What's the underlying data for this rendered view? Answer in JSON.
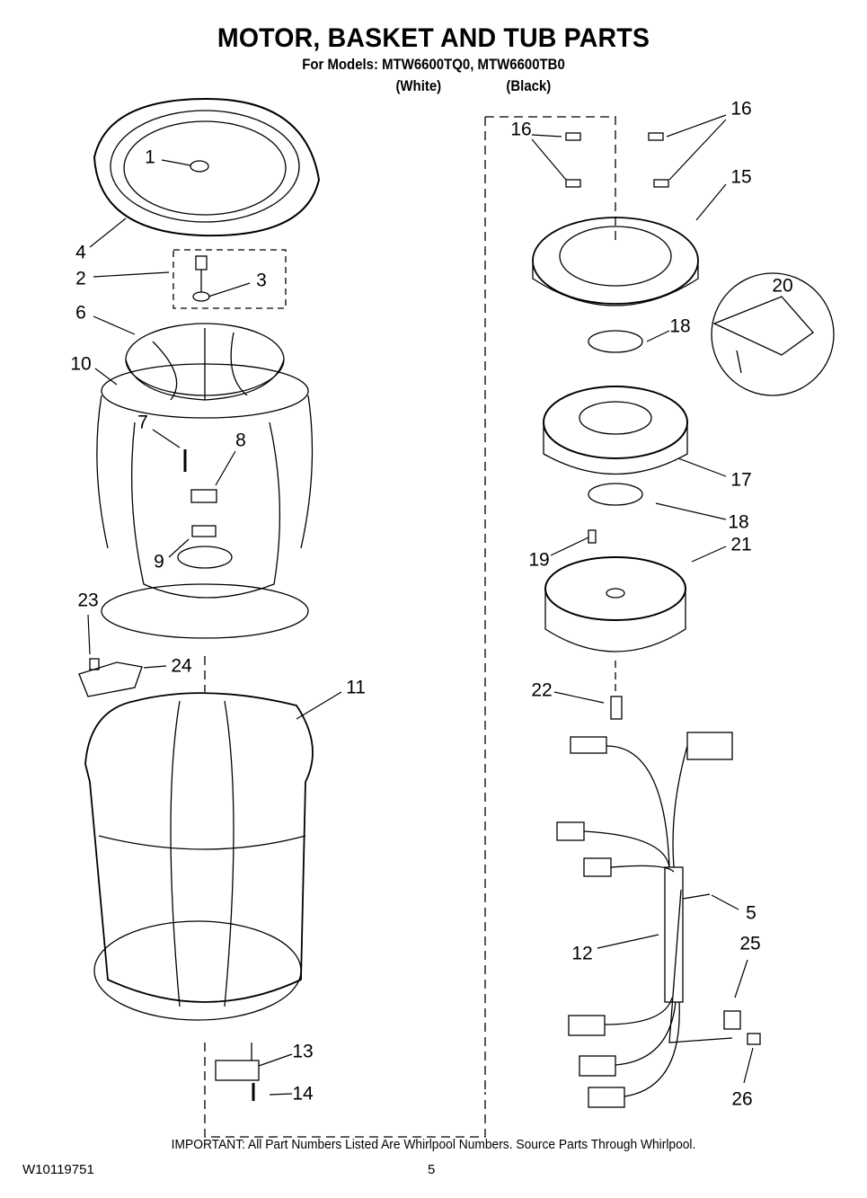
{
  "header": {
    "title": "MOTOR, BASKET AND TUB PARTS",
    "models": "For Models: MTW6600TQ0, MTW6600TB0",
    "color_white": "(White)",
    "color_black": "(Black)"
  },
  "callouts": [
    "1",
    "4",
    "2",
    "3",
    "6",
    "10",
    "7",
    "8",
    "9",
    "23",
    "24",
    "11",
    "13",
    "14",
    "16",
    "16",
    "15",
    "20",
    "18",
    "17",
    "18",
    "19",
    "21",
    "22",
    "5",
    "12",
    "25",
    "26"
  ],
  "footer": {
    "important": "IMPORTANT: All Part Numbers Listed Are Whirlpool Numbers. Source Parts Through Whirlpool.",
    "doc_id": "W10119751",
    "page": "5"
  }
}
